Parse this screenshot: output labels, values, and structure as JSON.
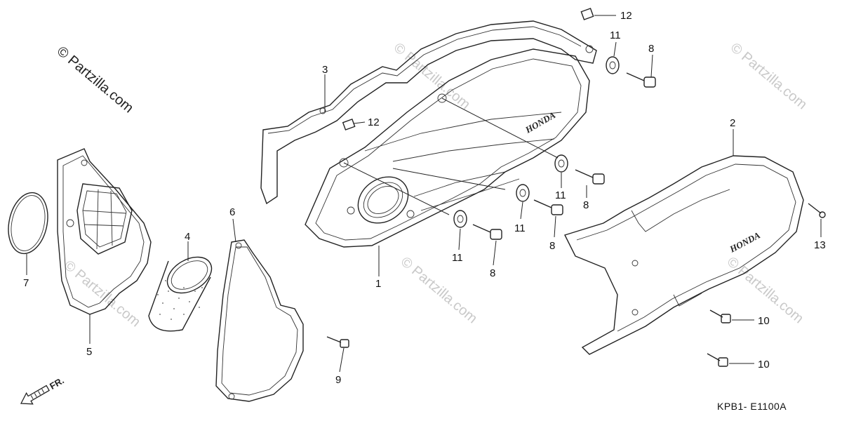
{
  "watermark": {
    "main_text": "© Partzilla.com",
    "tiled_text": "© Partzilla.com"
  },
  "brand_marks": {
    "left_cover": "HONDA",
    "right_cover": "HONDA"
  },
  "front_arrow": {
    "label": "FR."
  },
  "diagram_code": "KPB1- E1100A",
  "callouts": {
    "c1": "1",
    "c2": "2",
    "c3": "3",
    "c4": "4",
    "c5": "5",
    "c6": "6",
    "c7": "7",
    "c8a": "8",
    "c8b": "8",
    "c8c": "8",
    "c8d": "8",
    "c9": "9",
    "c10a": "10",
    "c10b": "10",
    "c11a": "11",
    "c11b": "11",
    "c11c": "11",
    "c11d": "11",
    "c12a": "12",
    "c12b": "12",
    "c13": "13"
  },
  "colors": {
    "line": "#222222",
    "watermark": "#c9c9c9",
    "background": "#ffffff"
  }
}
